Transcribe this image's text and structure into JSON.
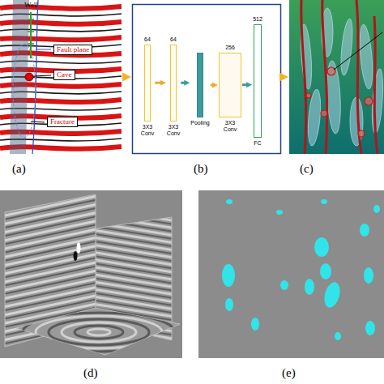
{
  "diagram": {
    "nodes": [
      {
        "text": [
          "(a)"
        ]
      },
      {
        "text": [
          "Fault plane"
        ],
        "in": 0
      },
      {
        "text": [
          "Cave"
        ],
        "in": 0
      },
      {
        "text": [
          "Fracture"
        ],
        "in": 0
      },
      {
        "text": [
          "(b)"
        ]
      },
      {
        "text": [
          "64",
          "3X3 Conv"
        ],
        "in": 4
      },
      {
        "text": [
          "64",
          "3X3 Conv"
        ],
        "in": 4
      },
      {
        "text": [
          "Pooling"
        ],
        "in": 4
      },
      {
        "text": [
          "256",
          "3X3 Conv"
        ],
        "in": 4
      },
      {
        "text": [
          "512",
          "FC"
        ],
        "in": 4
      },
      {
        "text": [
          "(c)"
        ]
      },
      {
        "text": [
          "(d)"
        ]
      },
      {
        "text": [
          "(e)"
        ]
      }
    ],
    "edges": [
      {
        "from": 0,
        "to": 4,
        "arrow": "to"
      },
      {
        "from": 4,
        "to": 10,
        "arrow": "to"
      },
      {
        "from": 5,
        "to": 6,
        "arrow": "to"
      },
      {
        "from": 6,
        "to": 7,
        "arrow": "to"
      },
      {
        "from": 7,
        "to": 8,
        "arrow": "to"
      },
      {
        "from": 8,
        "to": 9,
        "arrow": "to"
      }
    ],
    "labels": [
      "Well"
    ]
  }
}
